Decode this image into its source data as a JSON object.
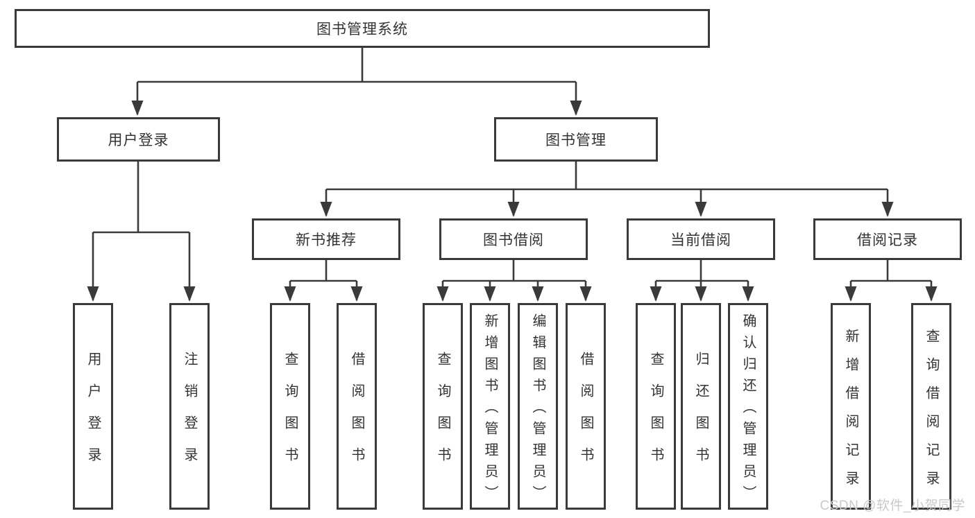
{
  "diagram": {
    "root": {
      "label": "图书管理系统"
    },
    "branches": [
      {
        "label": "用户登录",
        "children": [
          {
            "label": "用户登录"
          },
          {
            "label": "注销登录"
          }
        ]
      },
      {
        "label": "图书管理",
        "children": [
          {
            "label": "新书推荐",
            "children": [
              {
                "label": "查询图书"
              },
              {
                "label": "借阅图书"
              }
            ]
          },
          {
            "label": "图书借阅",
            "children": [
              {
                "label": "查询图书"
              },
              {
                "label": "新增图书（管理员）"
              },
              {
                "label": "编辑图书（管理员）"
              },
              {
                "label": "借阅图书"
              }
            ]
          },
          {
            "label": "当前借阅",
            "children": [
              {
                "label": "查询图书"
              },
              {
                "label": "归还图书"
              },
              {
                "label": "确认归还（管理员）"
              }
            ]
          },
          {
            "label": "借阅记录",
            "children": [
              {
                "label": "新增借阅记录"
              },
              {
                "label": "查询借阅记录"
              }
            ]
          }
        ]
      }
    ]
  },
  "watermark": {
    "label": "CSDN @软件_小贺同学"
  },
  "colors": {
    "line": "#3a3a3a",
    "text": "#333333",
    "watermark": "#c9c9c9",
    "background": "#ffffff"
  }
}
